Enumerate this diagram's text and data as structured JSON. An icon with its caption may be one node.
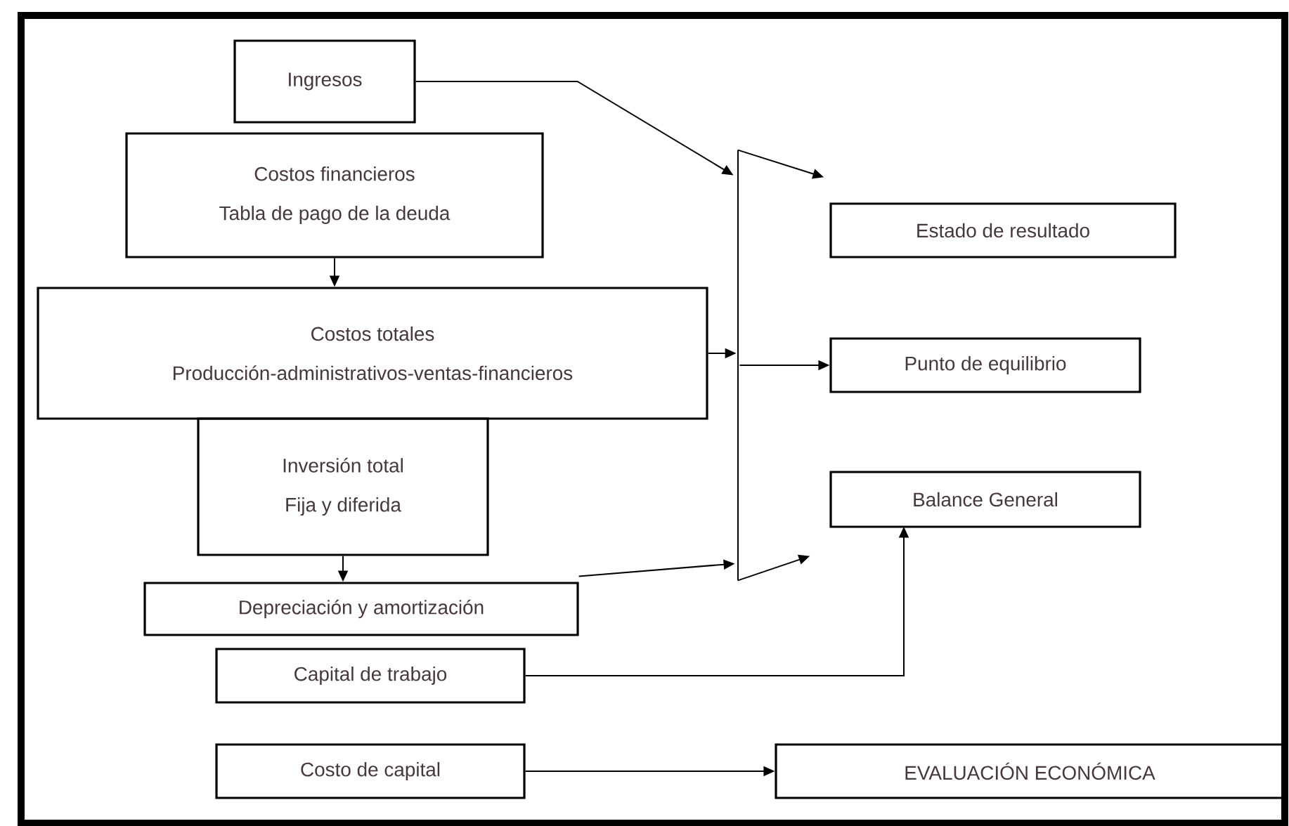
{
  "diagram": {
    "nodes": [
      {
        "text": [
          "Ingresos"
        ]
      },
      {
        "text": [
          "Costos financieros",
          "Tabla de pago de la deuda"
        ]
      },
      {
        "text": [
          "Costos totales",
          "Producción-administrativos-ventas-financieros"
        ]
      },
      {
        "text": [
          "Inversión total",
          "Fija y diferida"
        ]
      },
      {
        "text": [
          "Depreciación y amortización"
        ]
      },
      {
        "text": [
          "Capital de trabajo"
        ]
      },
      {
        "text": [
          "Costo de capital"
        ]
      },
      {
        "text": [],
        "shape": "bar"
      },
      {
        "text": [
          "Estado de resultado"
        ]
      },
      {
        "text": [
          "Punto de equilibrio"
        ]
      },
      {
        "text": [
          "Balance General"
        ]
      },
      {
        "text": [
          "EVALUACIÓN ECONÓMICA"
        ]
      }
    ],
    "edges": [
      {
        "from": 0,
        "to": 7,
        "arrow": "to"
      },
      {
        "from": 1,
        "to": 2,
        "arrow": "to"
      },
      {
        "from": 2,
        "to": 7,
        "arrow": "to"
      },
      {
        "from": 3,
        "to": 4,
        "arrow": "to"
      },
      {
        "from": 4,
        "to": 7,
        "arrow": "to"
      },
      {
        "from": 7,
        "to": 8,
        "arrow": "to"
      },
      {
        "from": 7,
        "to": 9,
        "arrow": "to"
      },
      {
        "from": 7,
        "to": 10,
        "arrow": "to"
      },
      {
        "from": 5,
        "to": 10,
        "arrow": "to"
      },
      {
        "from": 6,
        "to": 11,
        "arrow": "to"
      }
    ]
  }
}
